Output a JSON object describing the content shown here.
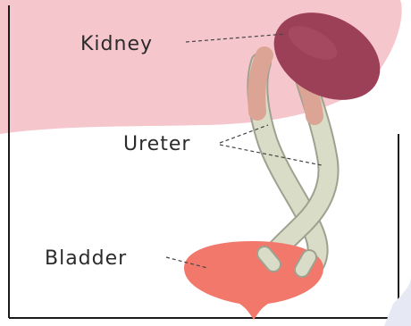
{
  "labels": {
    "kidney": "Kidney",
    "ureter": "Ureter",
    "bladder": "Bladder"
  },
  "colors": {
    "background_band": "#f5c6cc",
    "kidney": "#9c4058",
    "ureter": "#d9dcc6",
    "ureter_upper": "#dca494",
    "bladder": "#f2786c",
    "frame": "#1a1a1a",
    "leader_line": "#444444"
  }
}
